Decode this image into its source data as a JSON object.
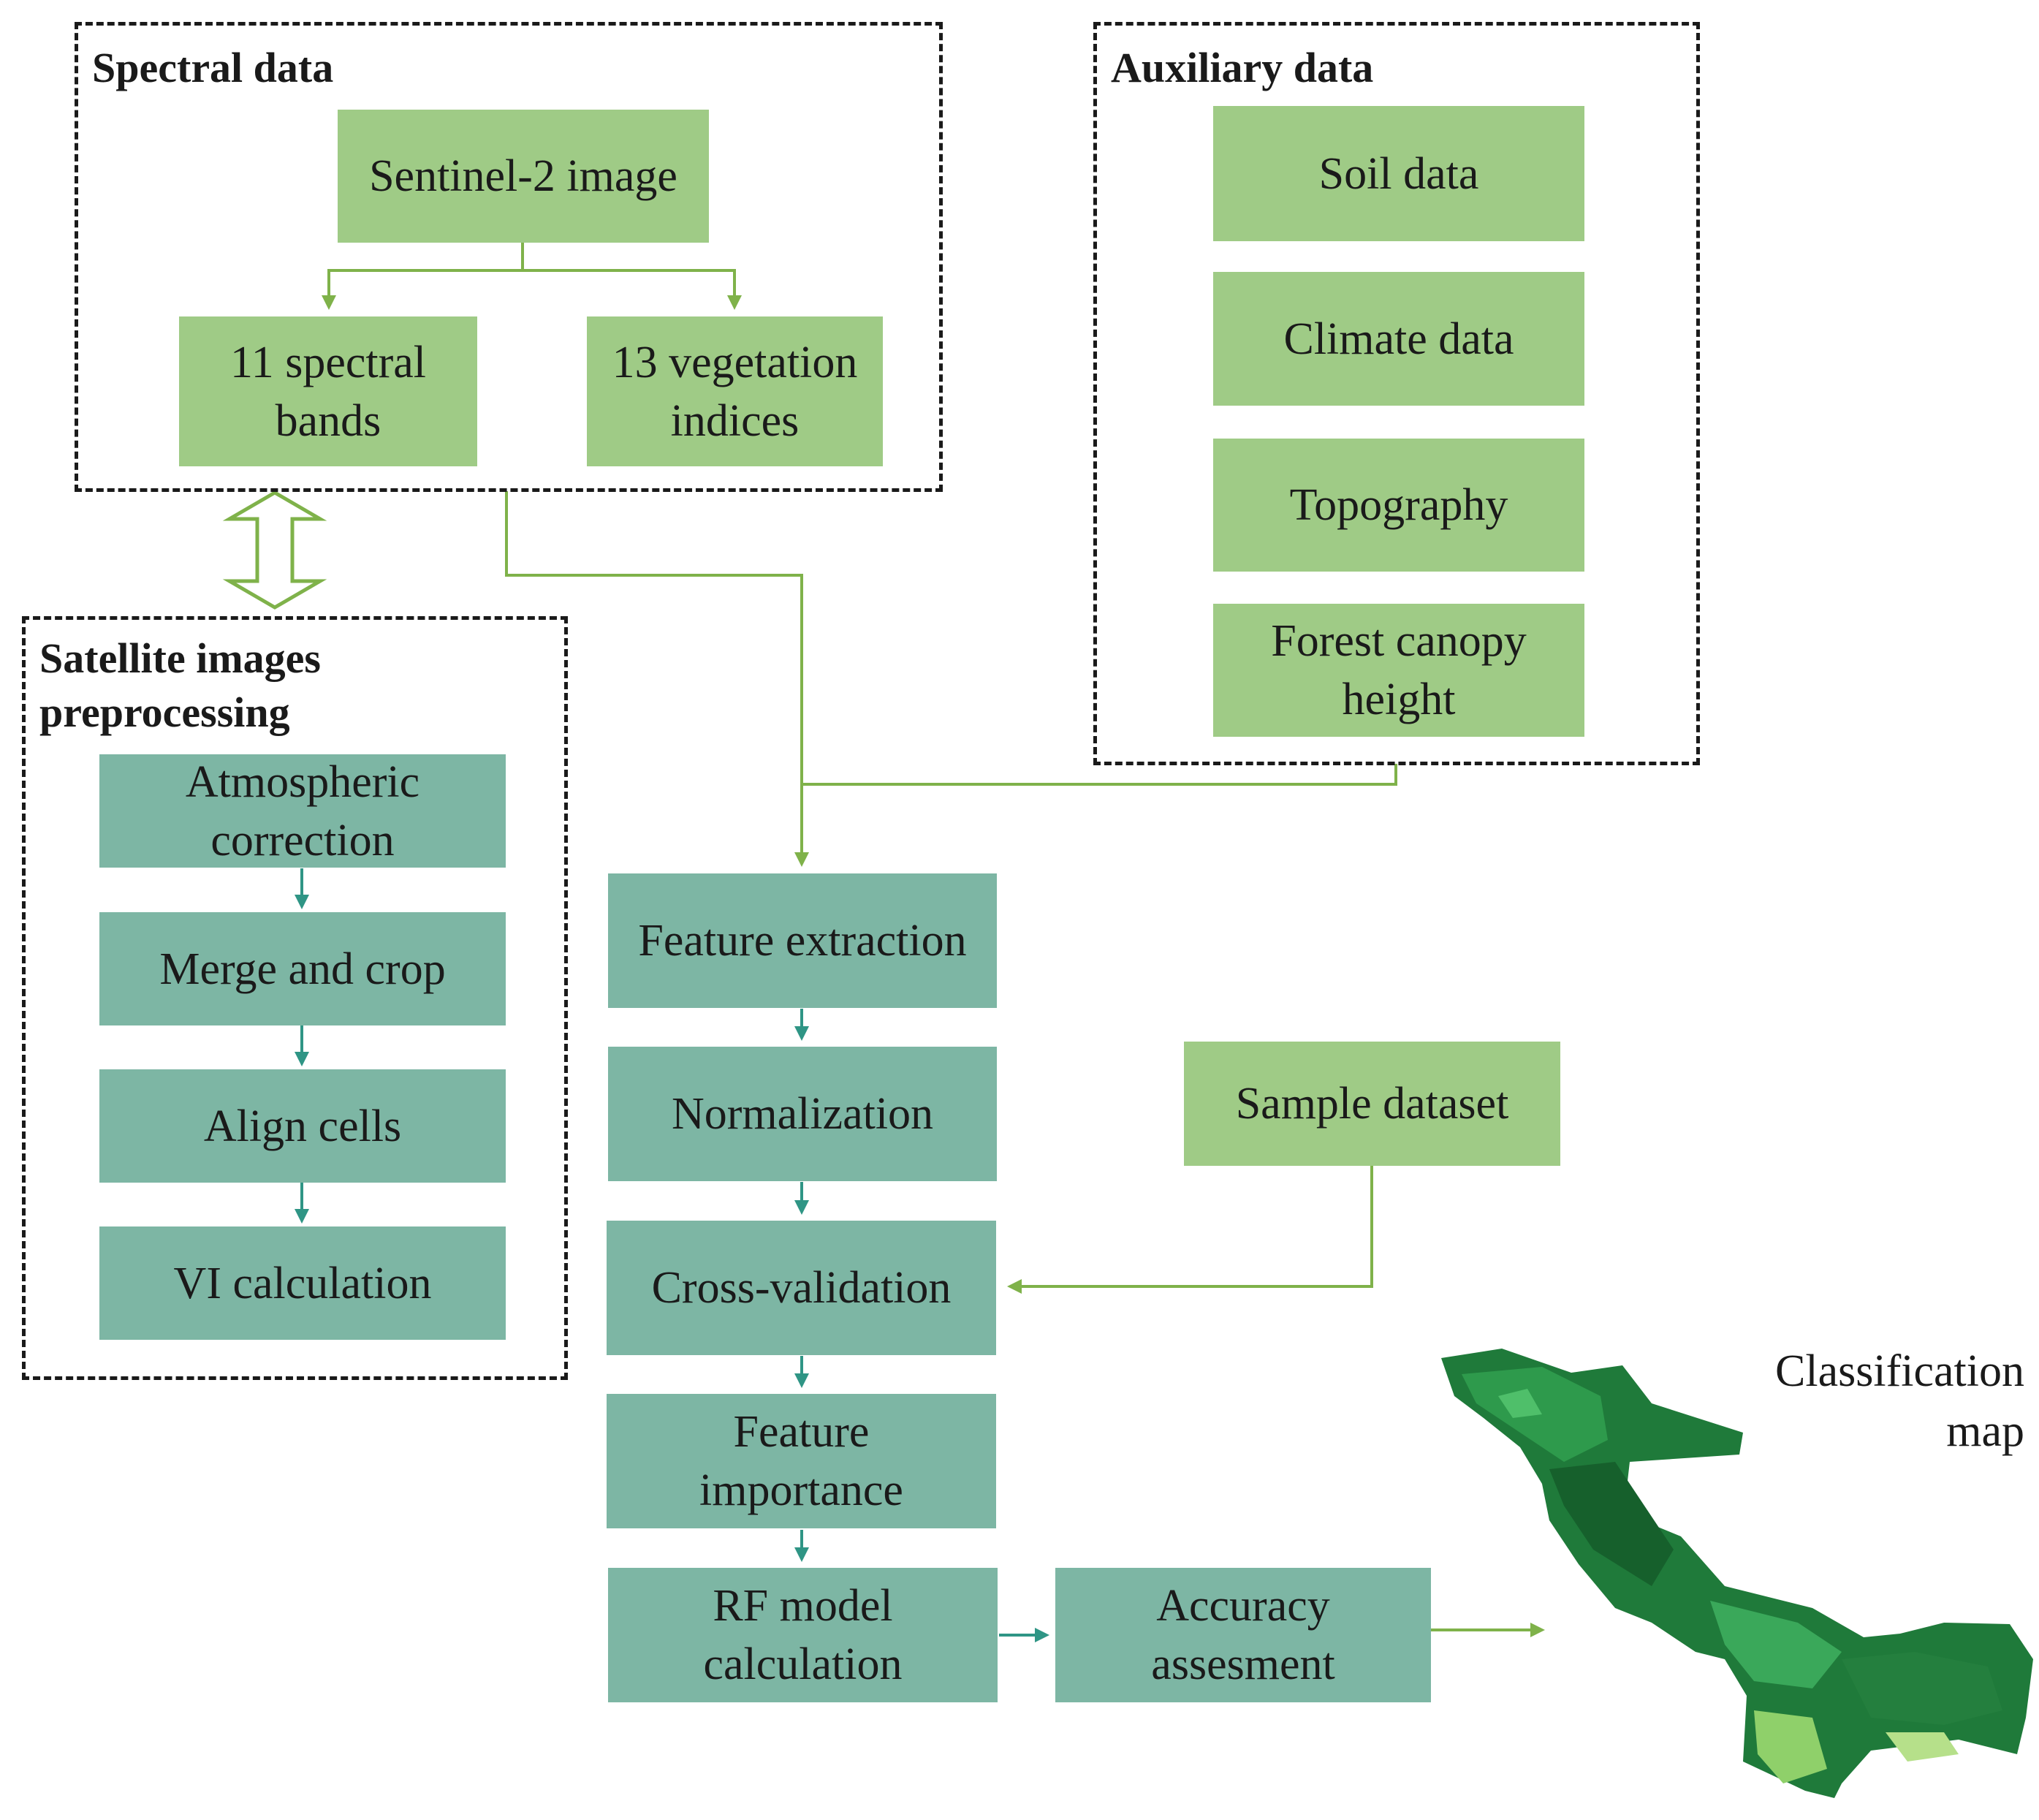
{
  "spectral": {
    "title": "Spectral data",
    "sentinel": "Sentinel-2 image",
    "bands": "11 spectral\nbands",
    "indices": "13 vegetation\nindices"
  },
  "auxiliary": {
    "title": "Auxiliary data",
    "soil": "Soil data",
    "climate": "Climate data",
    "topography": "Topography",
    "canopy": "Forest canopy\nheight"
  },
  "preprocessing": {
    "title": "Satellite images\npreprocessing",
    "steps": [
      "Atmospheric\ncorrection",
      "Merge and crop",
      "Align cells",
      "VI calculation"
    ]
  },
  "pipeline": {
    "steps": [
      "Feature extraction",
      "Normalization",
      "Cross-validation",
      "Feature\nimportance",
      "RF model\ncalculation"
    ],
    "accuracy": "Accuracy\nassesment",
    "sample": "Sample dataset"
  },
  "output": {
    "caption": "Classification\nmap"
  },
  "colors": {
    "light_green": "#9fcb86",
    "teal": "#7db6a4",
    "arrow_green": "#7fb24a",
    "arrow_teal": "#2f9585"
  }
}
